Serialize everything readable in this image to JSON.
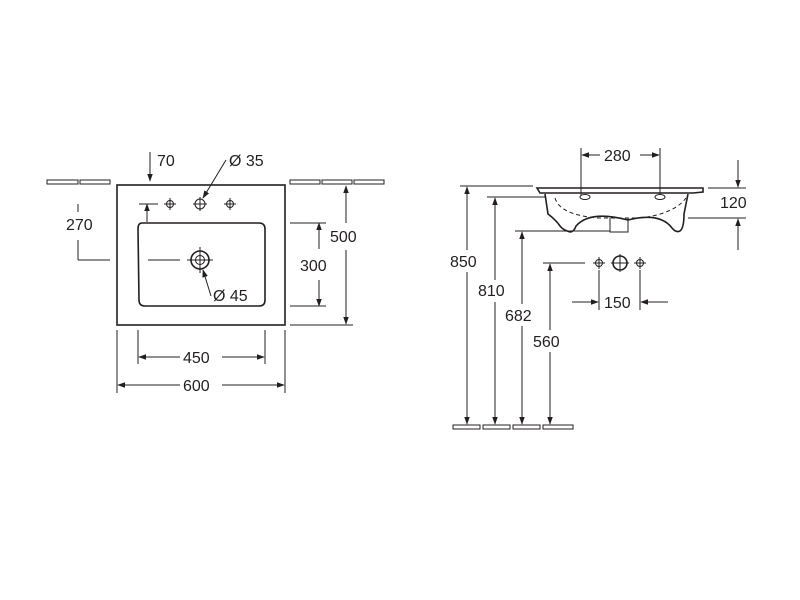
{
  "top_view": {
    "dims": {
      "d70": "70",
      "d35": "Ø 35",
      "d270": "270",
      "d300": "300",
      "d500": "500",
      "d45": "Ø 45",
      "d450": "450",
      "d600": "600"
    }
  },
  "side_view": {
    "dims": {
      "d280": "280",
      "d120": "120",
      "d850": "850",
      "d810": "810",
      "d682": "682",
      "d560": "560",
      "d150": "150"
    }
  },
  "colors": {
    "line": "#231f20",
    "background": "#ffffff"
  }
}
